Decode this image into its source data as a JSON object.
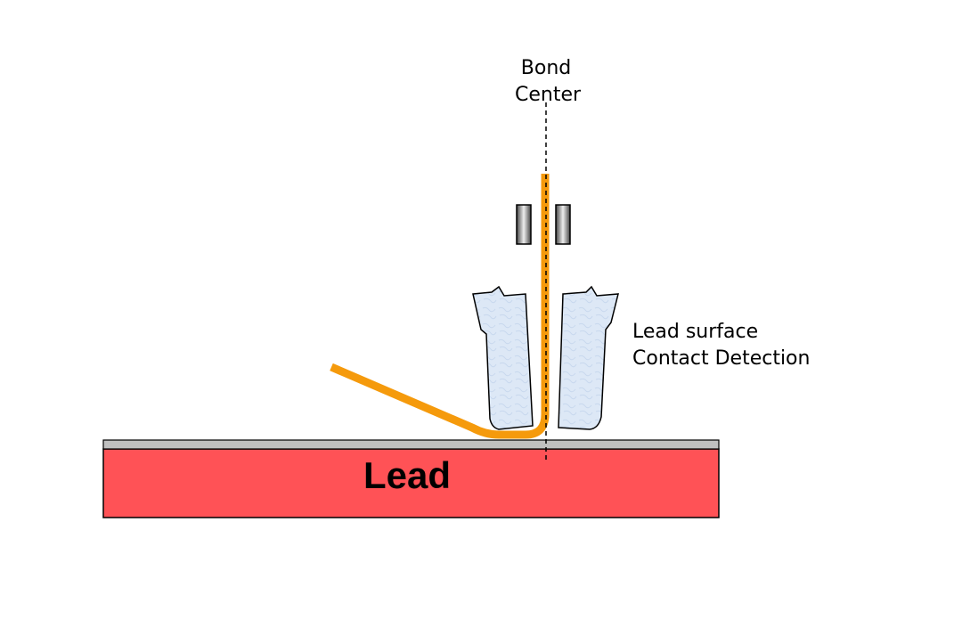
{
  "labels": {
    "bond_center": [
      "Bond",
      "Center"
    ],
    "contact_detection": [
      "Lead surface",
      "Contact Detection"
    ],
    "lead": "Lead"
  },
  "colors": {
    "lead_fill": "#ff5256",
    "surface_strip": "#c0c0c0",
    "wire": "#f59a0c",
    "capillary_fill": "#d9e6f5",
    "clamp_dark": "#555555",
    "clamp_light": "#e8e8e8",
    "outline": "#000000"
  }
}
